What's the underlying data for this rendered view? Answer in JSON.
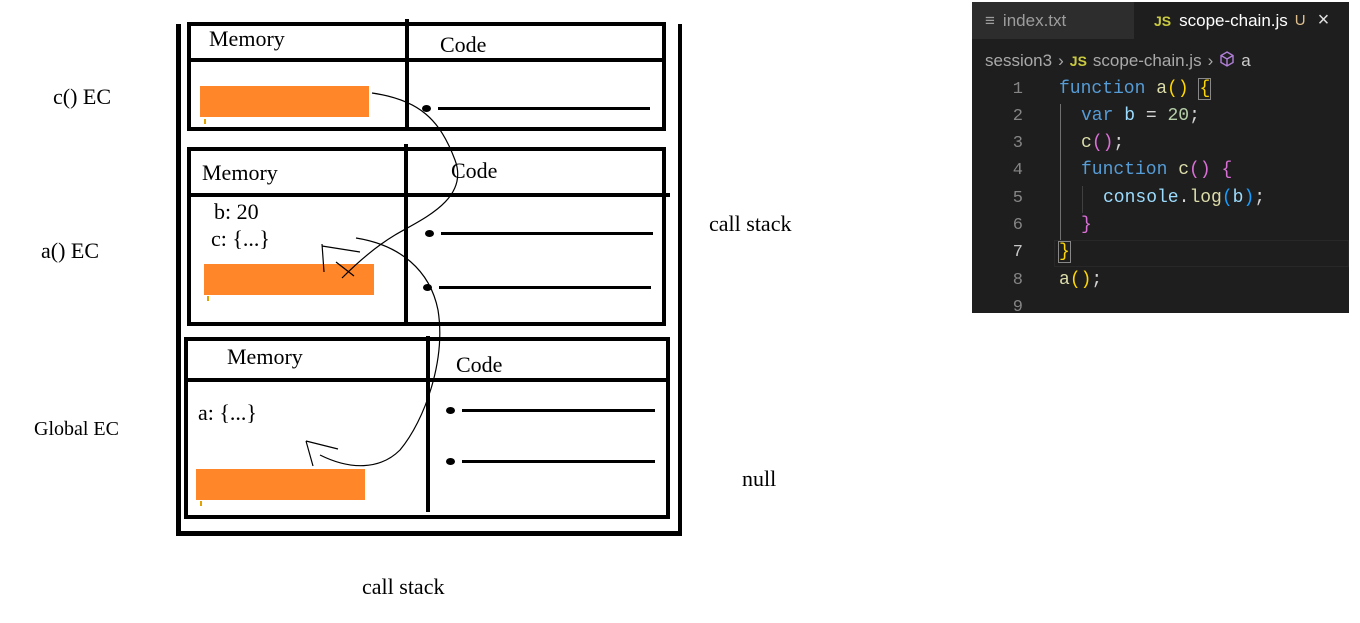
{
  "diagram": {
    "left_labels": {
      "c_ec": "c() EC",
      "a_ec": "a() EC",
      "global_ec": "Global EC"
    },
    "c_context": {
      "memory": "Memory",
      "code": "Code"
    },
    "a_context": {
      "memory": "Memory",
      "code": "Code",
      "var_b": "b: 20",
      "var_c": "c: {...}"
    },
    "global_context": {
      "memory": "Memory",
      "code": "Code",
      "var_a": "a: {...}"
    },
    "right_label": "call stack",
    "null_label": "null",
    "bottom_label": "call stack",
    "colors": {
      "lexical_env_block": "#ff8629",
      "ink": "#000000"
    }
  },
  "editor": {
    "tabs": [
      {
        "label": "index.txt",
        "icon": "text-file-icon"
      },
      {
        "label": "scope-chain.js",
        "icon": "js-file-icon",
        "status": "U",
        "close": "×"
      }
    ],
    "breadcrumb": [
      "session3",
      "scope-chain.js",
      "a"
    ],
    "js_badge": "JS",
    "sep": "›",
    "line_numbers": [
      "1",
      "2",
      "3",
      "4",
      "5",
      "6",
      "7",
      "8",
      "9"
    ],
    "lines": [
      {
        "t1": "function",
        "t2": "a",
        "t3": "()",
        "t4": "{"
      },
      {
        "t1": "var",
        "t2": "b",
        "t3": "=",
        "t4": "20",
        "t5": ";"
      },
      {
        "t1": "c",
        "t2": "()",
        "t3": ";"
      },
      {
        "t1": "function",
        "t2": "c",
        "t3": "()",
        "t4": "{"
      },
      {
        "t1": "console",
        "t2": ".",
        "t3": "log",
        "t4": "(",
        "t5": "b",
        "t6": ")",
        "t7": ";"
      },
      {
        "t1": "}"
      },
      {
        "t1": "}"
      },
      {
        "t1": "a",
        "t2": "()",
        "t3": ";"
      }
    ],
    "colors": {
      "background": "#1e1e1e",
      "keyword": "#569cd6",
      "function": "#dcdcaa",
      "bracket_gold": "#ffd700",
      "bracket_pink": "#da70d6"
    }
  }
}
